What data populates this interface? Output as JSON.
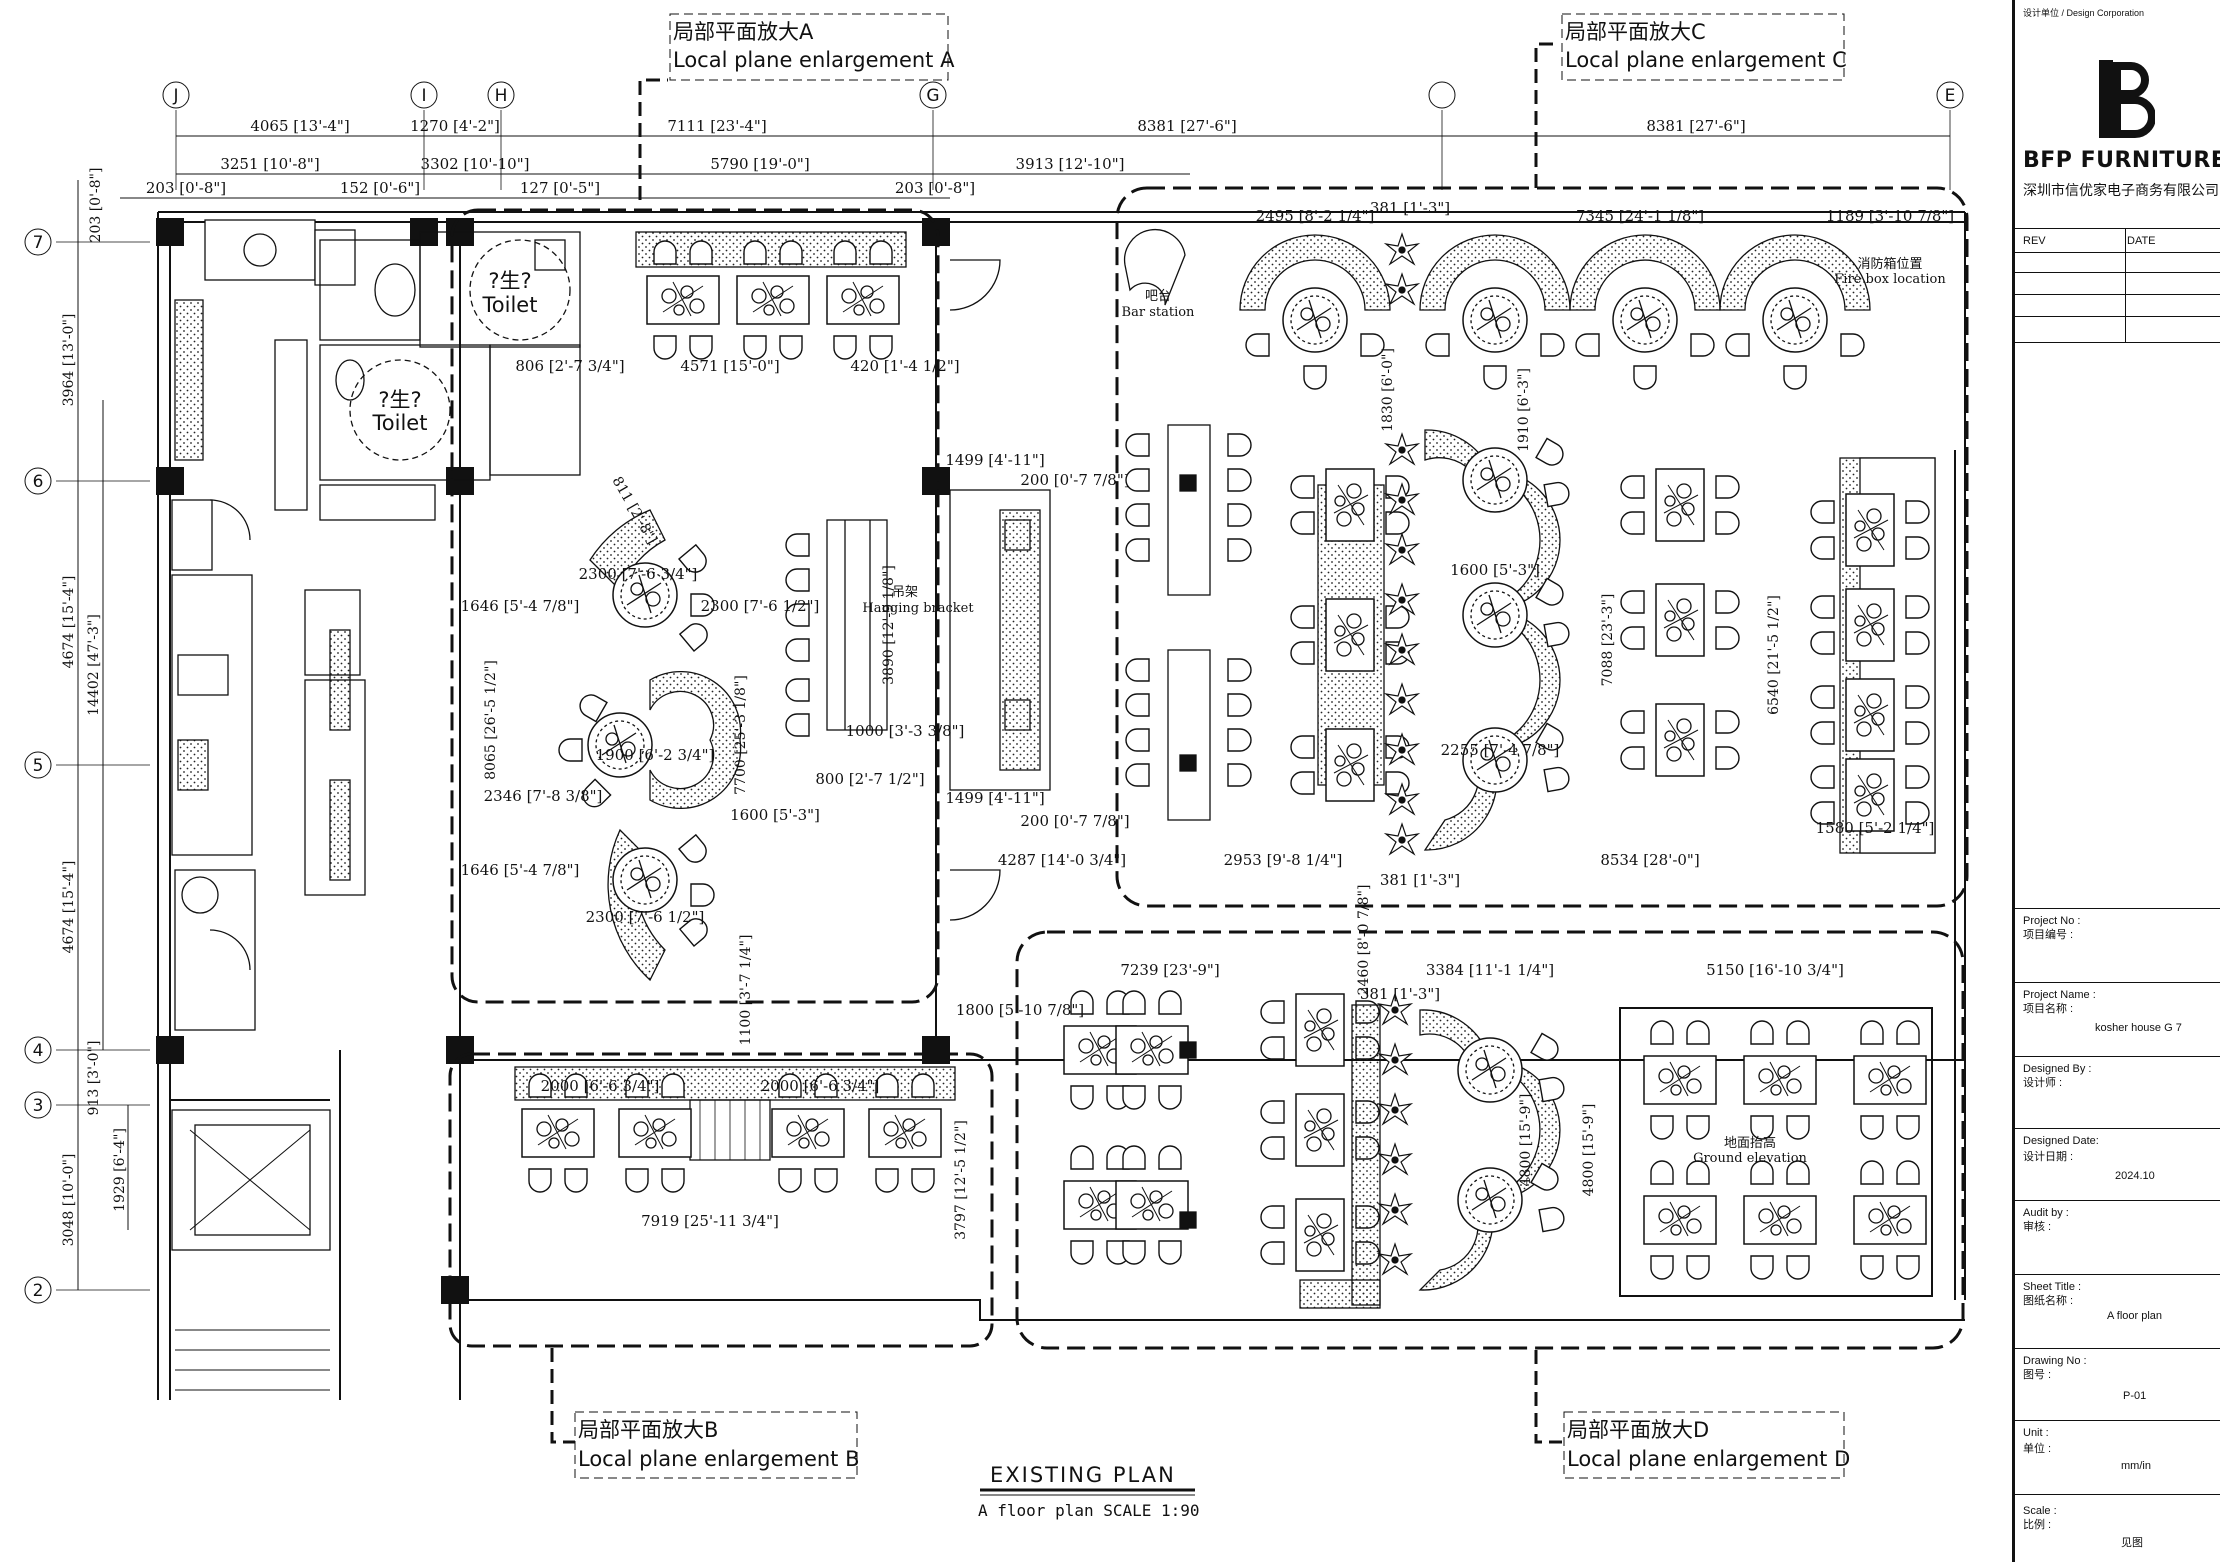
{
  "zones": [
    {
      "id": "A",
      "cn": "局部平面放大A",
      "en": "Local plane enlargement A"
    },
    {
      "id": "B",
      "cn": "局部平面放大B",
      "en": "Local plane enlargement B"
    },
    {
      "id": "C",
      "cn": "局部平面放大C",
      "en": "Local plane enlargement C"
    },
    {
      "id": "D",
      "cn": "局部平面放大D",
      "en": "Local plane enlargement D"
    }
  ],
  "grid_columns": [
    "J",
    "I",
    "H",
    "G",
    "",
    "E"
  ],
  "grid_rows": [
    "7",
    "6",
    "5",
    "4",
    "3",
    "2"
  ],
  "top_dims_row1": [
    "4065 [13'-4\"]",
    "1270 [4'-2\"]",
    "7111 [23'-4\"]",
    "8381 [27'-6\"]",
    "8381 [27'-6\"]"
  ],
  "top_dims_row2": [
    "3251 [10'-8\"]",
    "3302 [10'-10\"]",
    "5790 [19'-0\"]",
    "3913 [12'-10\"]"
  ],
  "top_dims_row3": [
    "203 [0'-8\"]",
    "152 [0'-6\"]",
    "127 [0'-5\"]",
    "203 [0'-8\"]"
  ],
  "left_dims": [
    "203 [0'-8\"]",
    "3964 [13'-0\"]",
    "4674 [15'-4\"]",
    "14402 [47'-3\"]",
    "4674 [15'-4\"]",
    "913 [3'-0\"]",
    "1929 [6'-4\"]",
    "3048 [10'-0\"]"
  ],
  "interior_dims": {
    "a1": "806 [2'-7 3/4\"]",
    "a2": "4571 [15'-0\"]",
    "a3": "420 [1'-4 1/2\"]",
    "a4": "1646 [5'-4 7/8\"]",
    "a5": "2300 [7'-6 1/2\"]",
    "a6": "8065 [26'-5 1/2\"]",
    "a7": "2346 [7'-8 3/8\"]",
    "a8": "1646 [5'-4 7/8\"]",
    "a9": "7700 [25'-3 1/8\"]",
    "a10": "1600 [5'-3\"]",
    "a11": "1000 [3'-3 3/8\"]",
    "a12": "800 [2'-7 1/2\"]",
    "a13": "3890 [12'-9 1/8\"]",
    "a14": "2300 [7'-6 3/4\"]",
    "a15": "1900 [6'-2 3/4\"]",
    "a16": "2300 [7'-6 1/2\"]",
    "a17": "811 [2'-8\"]",
    "a18": "1100 [3'-7 1/4\"]",
    "s1": "1499 [4'-11\"]",
    "s2": "200 [0'-7 7/8\"]",
    "s3": "1499 [4'-11\"]",
    "s4": "200 [0'-7 7/8\"]",
    "b1": "2000 [6'-6 3/4\"]",
    "b2": "2000 [6'-6 3/4\"]",
    "b3": "7919 [25'-11 3/4\"]",
    "b4": "3797 [12'-5 1/2\"]",
    "c1": "2495 [8'-2 1/4\"]",
    "c2": "381 [1'-3\"]",
    "c3": "7345 [24'-1 1/8\"]",
    "c4": "1189 [3'-10 7/8\"]",
    "c5": "1830 [6'-0\"]",
    "c6": "1910 [6'-3\"]",
    "c7": "7088 [23'-3\"]",
    "c8": "6540 [21'-5 1/2\"]",
    "c9": "4287 [14'-0 3/4\"]",
    "c10": "2953 [9'-8 1/4\"]",
    "c11": "8534 [28'-0\"]",
    "c12": "381 [1'-3\"]",
    "c13": "1580 [5'-2 1/4\"]",
    "c14": "2460 [8'-0 7/8\"]",
    "c15": "1600 [5'-3\"]",
    "c16": "2255 [7'-4 7/8\"]",
    "d1": "7239 [23'-9\"]",
    "d2": "3384 [11'-1 1/4\"]",
    "d3": "5150 [16'-10 3/4\"]",
    "d4": "1800 [5'-10 7/8\"]",
    "d5": "381 [1'-3\"]",
    "d6": "4800 [15'-9\"]",
    "d7": "4800 [15'-9\"]"
  },
  "room_labels": {
    "toilet1_cn": "?生?",
    "toilet1_en": "Toilet",
    "toilet2_cn": "?生?",
    "toilet2_en": "Toilet",
    "hanging_cn": "吊架",
    "hanging_en": "Hanging bracket",
    "bar_cn": "吧台",
    "bar_en": "Bar station",
    "firebox_cn": "消防箱位置",
    "firebox_en": "Fire box location",
    "ground_cn": "地面抬高",
    "ground_en": "Ground elevation"
  },
  "plan_title": {
    "main": "EXISTING PLAN",
    "sub": "A floor plan   SCALE 1:90"
  },
  "title_block": {
    "design_unit": "设计单位 / Design Corporation",
    "brand": "BFP FURNITURE",
    "company": "深圳市信优家电子商务有限公司",
    "rev": "REV",
    "date": "DATE",
    "project_no_en": "Project No :",
    "project_no_cn": "项目编号 :",
    "project_name_en": "Project Name :",
    "project_name_cn": "项目名称 :",
    "project_name": "kosher house  G 7",
    "designed_by_en": "Designed By :",
    "designed_by_cn": "设计师 :",
    "designed_date_en": "Designed Date:",
    "designed_date_cn": "设计日期 :",
    "designed_date": "2024.10",
    "audit_en": "Audit by :",
    "audit_cn": "审核 :",
    "sheet_title_en": "Sheet Title :",
    "sheet_title_cn": "图纸名称 :",
    "sheet_title": "A floor plan",
    "drawing_no_en": "Drawing No :",
    "drawing_no_cn": "图号 :",
    "drawing_no": "P-01",
    "unit_en": "Unit :",
    "unit_cn": "单位 :",
    "unit": "mm/in",
    "scale_en": "Scale :",
    "scale_cn": "比例 :",
    "scale": "见图"
  }
}
